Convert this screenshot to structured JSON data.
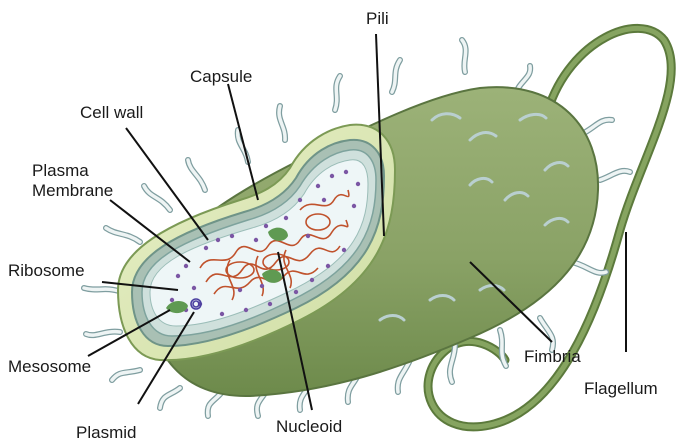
{
  "labels": {
    "pili": "Pili",
    "capsule": "Capsule",
    "cell_wall": "Cell wall",
    "plasma_membrane_line1": "Plasma",
    "plasma_membrane_line2": "Membrane",
    "ribosome": "Ribosome",
    "mesosome": "Mesosome",
    "plasmid": "Plasmid",
    "nucleoid": "Nucleoid",
    "fimbria": "Fimbria",
    "flagellum": "Flagellum"
  },
  "colors": {
    "capsule_body": "#8fa56a",
    "capsule_dark": "#6f8a4c",
    "cell_wall_cut": "#dbe6b6",
    "membrane": "#7ea39d",
    "cytoplasm": "#edf6f7",
    "dna": "#c0522c",
    "ribosome": "#7b56a4",
    "mesosome": "#5f9a52",
    "flagellum": "#6b8a4a",
    "pili": "#eef4f4"
  }
}
